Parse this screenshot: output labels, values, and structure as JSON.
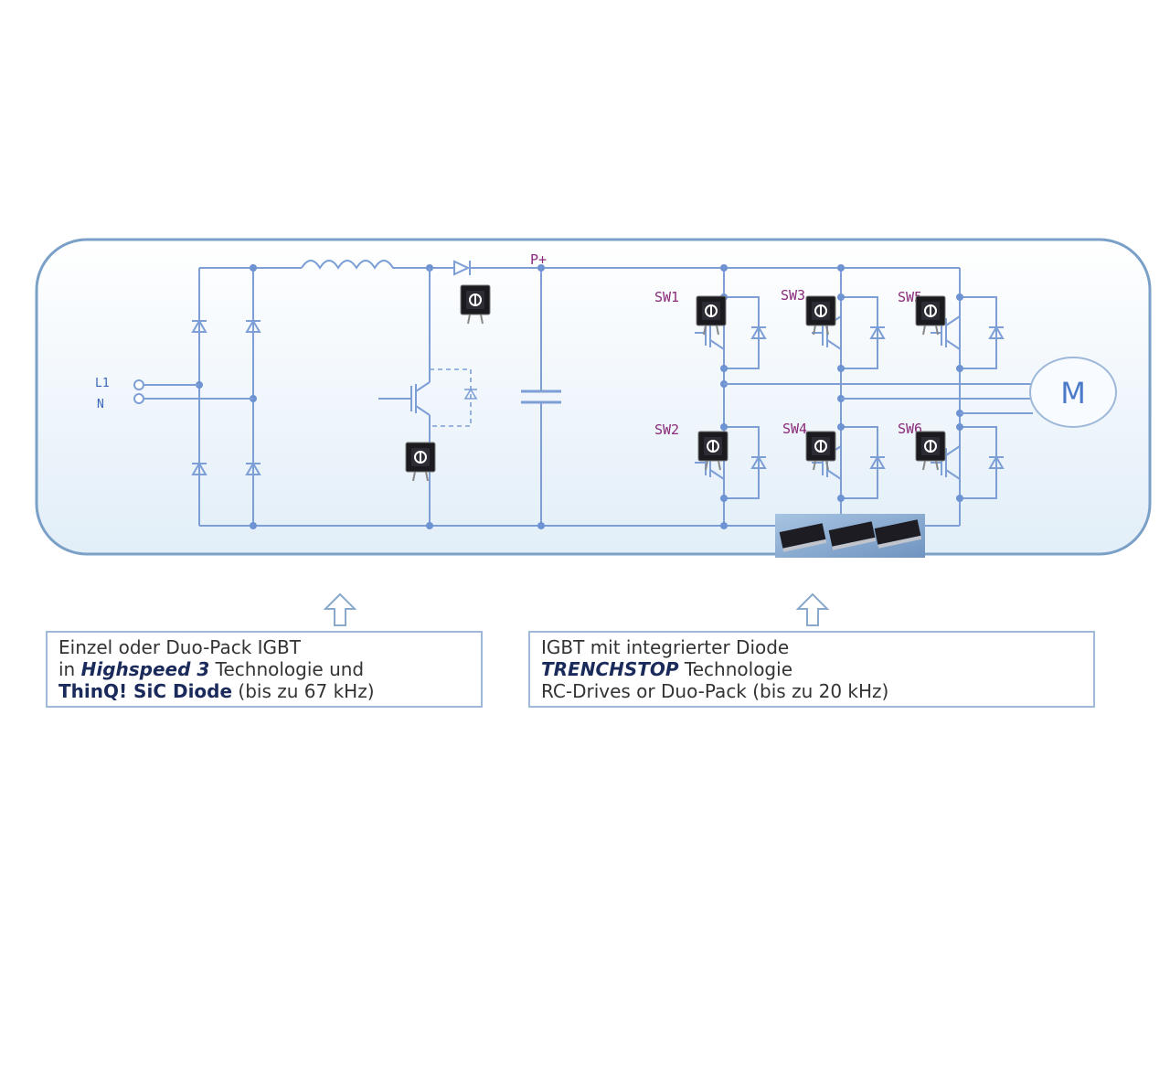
{
  "labels": {
    "l1": "L1",
    "n": "N",
    "p_plus": "P+",
    "motor": "M",
    "sw1": "SW1",
    "sw2": "SW2",
    "sw3": "SW3",
    "sw4": "SW4",
    "sw5": "SW5",
    "sw6": "SW6"
  },
  "callout_left": {
    "line1": "Einzel oder Duo-Pack IGBT",
    "line2_prefix": "in ",
    "line2_em": "Highspeed 3",
    "line2_suffix": " Technologie und",
    "line3_strong": "ThinQ! SiC Diode",
    "line3_suffix": " (bis zu 67 kHz)"
  },
  "callout_right": {
    "line1": "IGBT mit integrierter Diode",
    "line2_em": "TRENCHSTOP",
    "line2_suffix": " Technologie",
    "line3": "RC-Drives or Duo-Pack (bis zu 20 kHz)"
  },
  "colors": {
    "wire": "#7d9fd6",
    "panel_border": "#7aa0c8",
    "switch_label": "#8a2a7a",
    "chip": "#1b1b1f"
  }
}
